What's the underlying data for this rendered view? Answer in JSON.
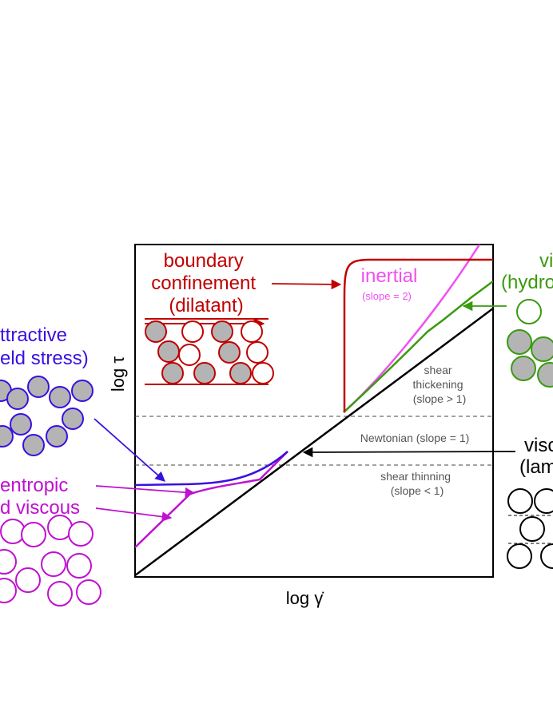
{
  "axes": {
    "xlabel": "log γ̇",
    "ylabel": "log τ"
  },
  "regimes": {
    "shear_thickening": [
      "shear",
      "thickening",
      "(slope > 1)"
    ],
    "newtonian": "Newtonian (slope = 1)",
    "shear_thinning": [
      "shear thinning",
      "(slope < 1)"
    ]
  },
  "labels": {
    "boundary": [
      "boundary",
      "confinement",
      "(dilatant)"
    ],
    "inertial": "inertial",
    "inertial_slope": "(slope = 2)",
    "attractive": [
      "ttractive",
      "eld stress)"
    ],
    "entropic": [
      "entropic",
      "d viscous"
    ],
    "viscous_hydro": [
      "vi",
      "(hydro"
    ],
    "viscous_laminar": [
      "visc",
      "(lam"
    ]
  },
  "colors": {
    "boundary": "#c00000",
    "inertial": "#f050f0",
    "attractive": "#3a10e0",
    "entropic": "#c010d0",
    "hydro": "#3a9a10",
    "newtonian": "#000000",
    "particle_fill": "#b4b4b4"
  }
}
